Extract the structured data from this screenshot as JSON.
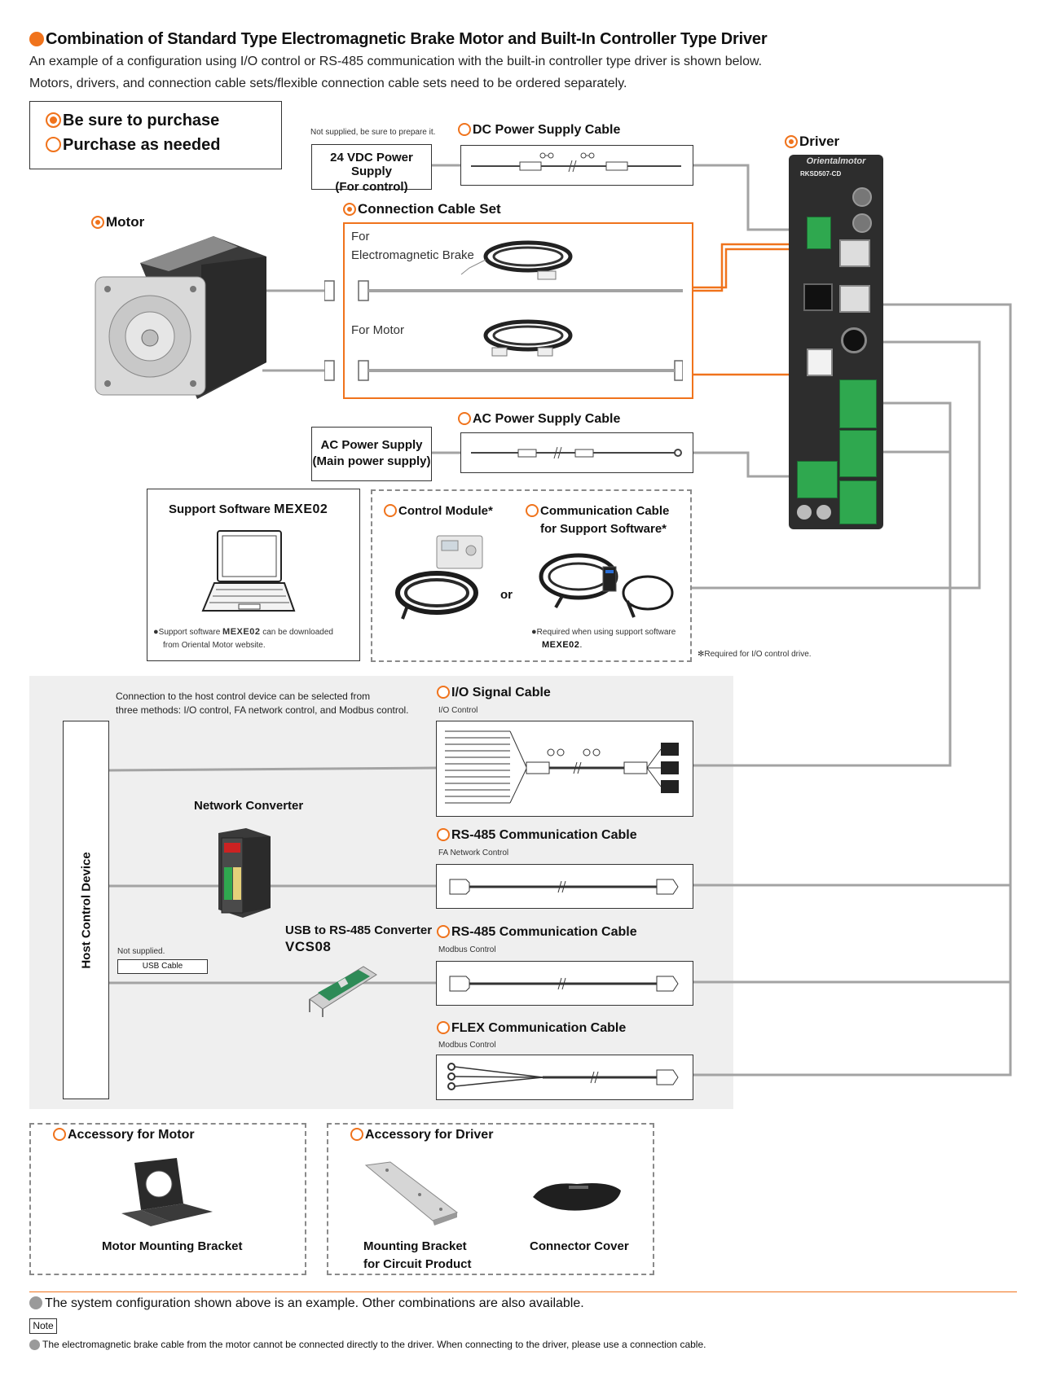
{
  "header": {
    "title": "Combination of Standard Type Electromagnetic Brake Motor and Built-In Controller Type Driver",
    "intro_line1": "An example of a configuration using I/O control or RS-485 communication with the built-in controller type driver is shown below.",
    "intro_line2": "Motors, drivers, and connection cable sets/flexible connection cable sets need to be ordered separately."
  },
  "legend": {
    "required": "Be sure to purchase",
    "optional": "Purchase as needed"
  },
  "dc_supply": {
    "note": "Not supplied, be sure to prepare it.",
    "line1": "24 VDC Power Supply",
    "line2": "(For control)"
  },
  "dc_cable": {
    "label": "DC Power Supply Cable"
  },
  "driver": {
    "label": "Driver",
    "model": "RKSD507-CD",
    "brand": "Orientalmotor"
  },
  "motor": {
    "label": "Motor"
  },
  "cable_set": {
    "label": "Connection Cable Set",
    "brake_line1": "For",
    "brake_line2": "Electromagnetic Brake",
    "motor": "For Motor"
  },
  "ac_cable": {
    "label": "AC Power Supply Cable"
  },
  "ac_supply": {
    "line1": "AC Power Supply",
    "line2": "(Main power supply)"
  },
  "software": {
    "title": "Support Software ",
    "name": "MEXE02",
    "note_pre": "Support software ",
    "note_name": "MEXE02",
    "note_post": " can be downloaded",
    "note_line2": "from Oriental Motor website."
  },
  "options": {
    "control_module": "Control Module*",
    "comm_cable_line1": "Communication Cable",
    "comm_cable_line2": "for Support Software*",
    "or": "or",
    "req_note": "Required when using support software",
    "req_name": "MEXE02",
    "req_dot": ".",
    "io_note": "Required for I/O control drive."
  },
  "host": {
    "label": "Host Control Device",
    "selection_line1": "Connection to the host control device can be selected from",
    "selection_line2": "three methods: I/O control, FA network control, and Modbus control.",
    "network_converter": "Network Converter",
    "usb_converter": "USB to RS-485 Converter",
    "usb_converter_model": "VCS08",
    "not_supplied": "Not supplied.",
    "usb_cable": "USB Cable"
  },
  "cables": [
    {
      "label": "I/O Signal Cable",
      "sub": "I/O Control"
    },
    {
      "label": "RS-485 Communication Cable",
      "sub": "FA Network Control"
    },
    {
      "label": "RS-485 Communication Cable",
      "sub": "Modbus Control"
    },
    {
      "label": "FLEX Communication Cable",
      "sub": "Modbus Control"
    }
  ],
  "accessories": {
    "motor_title": "Accessory for Motor",
    "motor_bracket": "Motor Mounting Bracket",
    "driver_title": "Accessory for Driver",
    "mount_line1": "Mounting Bracket",
    "mount_line2": "for Circuit Product",
    "connector_cover": "Connector Cover"
  },
  "footer": {
    "example": "The system configuration shown above is an example. Other combinations are also available.",
    "note_tag": "Note",
    "note": "The electromagnetic brake cable from the motor cannot be connected directly to the driver. When connecting to the driver, please use a connection cable."
  },
  "colors": {
    "accent": "#f0731c",
    "line": "#a0a0a0",
    "panel": "#efefef",
    "driver": "#2d2d2d",
    "terminal": "#2fa84f"
  }
}
